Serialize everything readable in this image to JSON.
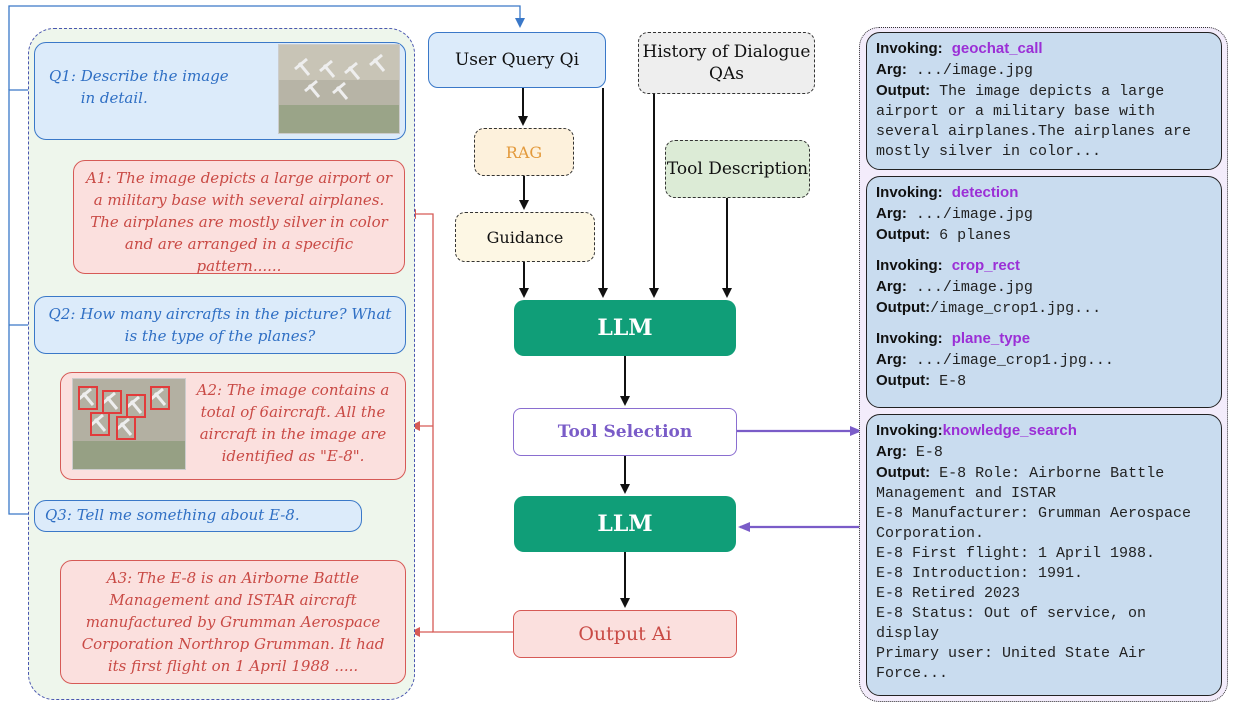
{
  "dialogue": {
    "q1": {
      "label": "Q1:",
      "text": "Describe the image in detail."
    },
    "a1": {
      "label": "A1:",
      "text": "The image depicts a large airport or a military base with several airplanes. The airplanes are mostly silver in color and are arranged in a specific pattern......"
    },
    "q2": {
      "label": "Q2:",
      "text": "How many aircrafts in the picture? What is the type of the planes?"
    },
    "a2": {
      "label": "A2:",
      "text": "The image contains a total of 6aircraft. All the aircraft in the image are identified as \"E-8\"."
    },
    "q3": {
      "label": "Q3:",
      "text": "Tell me something about E-8."
    },
    "a3": {
      "label": "A3:",
      "text": "The E-8 is an Airborne Battle Management and ISTAR aircraft manufactured by Grumman Aerospace Corporation Northrop Grumman. It had its first flight on 1 April 1988 ....."
    }
  },
  "flow": {
    "user_query": "User Query Qi",
    "history": "History of Dialogue QAs",
    "rag": "RAG",
    "tool_description": "Tool Description",
    "guidance": "Guidance",
    "llm": "LLM",
    "tool_selection": "Tool Selection",
    "output": "Output Ai"
  },
  "tools": [
    {
      "invoking": "Invoking:",
      "name": "geochat_call",
      "arg_label": "Arg:",
      "arg": ".../image.jpg",
      "output_label": "Output:",
      "output": "The image depicts a large airport or a military base with several airplanes.The airplanes are mostly silver in color..."
    },
    {
      "invoking": "Invoking:",
      "name": "detection",
      "arg_label": "Arg:",
      "arg": ".../image.jpg",
      "output_label": "Output:",
      "output": "6 planes"
    },
    {
      "invoking": "Invoking:",
      "name": "crop_rect",
      "arg_label": "Arg:",
      "arg": ".../image.jpg",
      "output_label": "Output:",
      "output": "/image_crop1.jpg..."
    },
    {
      "invoking": "Invoking:",
      "name": "plane_type",
      "arg_label": "Arg:",
      "arg": ".../image_crop1.jpg...",
      "output_label": "Output:",
      "output": "E-8"
    },
    {
      "invoking": "Invoking:",
      "name": "knowledge_search",
      "arg_label": "Arg:",
      "arg": "E-8",
      "output_label": "Output:",
      "output": "E-8 Role: Airborne Battle Management and ISTAR\nE-8 Manufacturer: Grumman Aerospace Corporation.\nE-8 First flight: 1 April 1988.\nE-8 Introduction: 1991.\nE-8 Retired 2023\nE-8 Status: Out of service, on display\nPrimary user: United State Air Force..."
    }
  ],
  "colors": {
    "question": "#2f6fc4",
    "answer": "#c94a45",
    "llm": "#109e78",
    "tool_name": "#9b2fd6",
    "arrow_purple": "#7a5cc8"
  }
}
